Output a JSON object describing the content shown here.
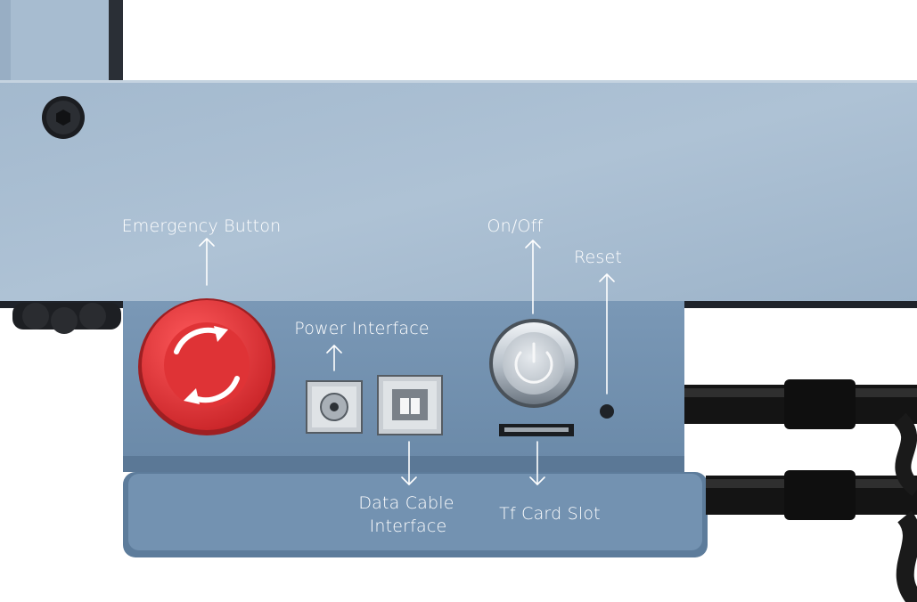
{
  "labels": {
    "emergency_button": "Emergency Button",
    "power_interface": "Power Interface",
    "on_off": "On/Off",
    "reset": "Reset",
    "data_cable_line1": "Data Cable",
    "data_cable_line2": "Interface",
    "tf_card_slot": "Tf Card Slot"
  },
  "colors": {
    "panel": "#a7bcd0",
    "box": "#6f8fae",
    "emergency_red": "#e23b3e",
    "cable": "#1c1c1c",
    "label": "#ffffff"
  },
  "icons": {
    "emergency": "rotate-arrows-icon",
    "power": "power-icon",
    "usb": "usb-b-port-icon",
    "dc": "dc-jack-icon"
  }
}
